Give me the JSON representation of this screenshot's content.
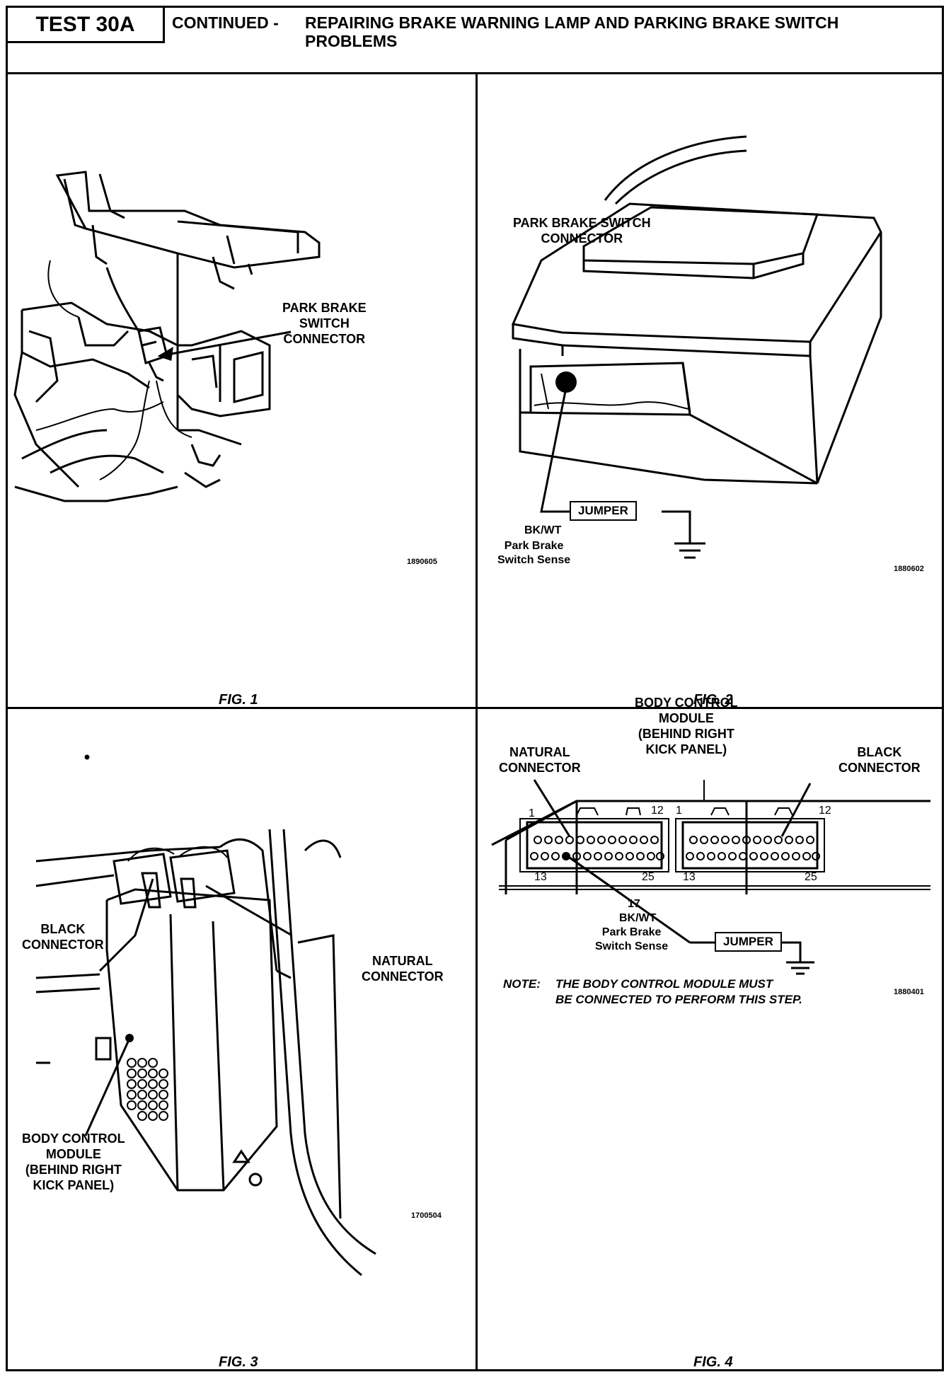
{
  "header": {
    "test_id": "TEST 30A",
    "continued": "CONTINUED -",
    "title": "REPAIRING BRAKE WARNING LAMP AND PARKING BRAKE SWITCH PROBLEMS"
  },
  "fig1": {
    "caption": "FIG. 1",
    "label": "PARK BRAKE\nSWITCH\nCONNECTOR",
    "code": "1890605"
  },
  "fig2": {
    "caption": "FIG. 2",
    "label_title": "PARK BRAKE SWITCH\nCONNECTOR",
    "wire_color": "BK/WT",
    "wire_desc": "Park Brake\nSwitch Sense",
    "jumper": "JUMPER",
    "code": "1880602"
  },
  "fig3": {
    "caption": "FIG. 3",
    "black_connector": "BLACK\nCONNECTOR",
    "natural_connector": "NATURAL\nCONNECTOR",
    "bcm": "BODY CONTROL\nMODULE\n(BEHIND RIGHT\nKICK PANEL)",
    "code": "1700504"
  },
  "fig4": {
    "caption": "FIG. 4",
    "bcm": "BODY CONTROL\nMODULE\n(BEHIND RIGHT\nKICK PANEL)",
    "natural_connector": "NATURAL\nCONNECTOR",
    "black_connector": "BLACK\nCONNECTOR",
    "pin_1": "1",
    "pin_12": "12",
    "pin_13": "13",
    "pin_25": "25",
    "pin_num": "17",
    "wire_color": "BK/WT",
    "wire_desc": "Park Brake\nSwitch Sense",
    "jumper": "JUMPER",
    "note_label": "NOTE:",
    "note_text": "THE BODY CONTROL MODULE MUST\nBE CONNECTED TO PERFORM THIS STEP.",
    "code": "1880401"
  }
}
